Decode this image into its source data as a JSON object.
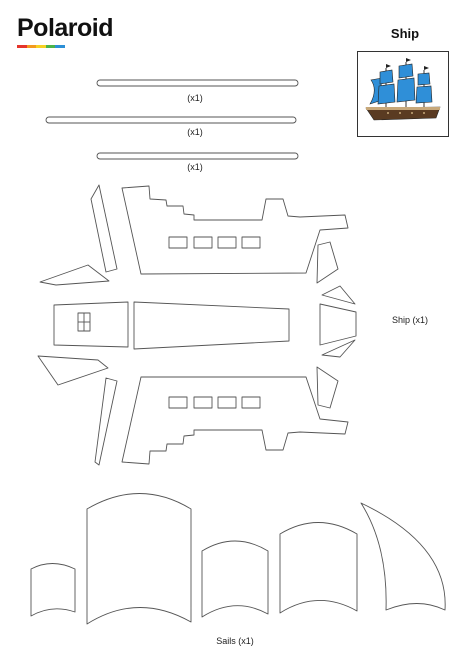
{
  "brand": {
    "name": "Polaroid",
    "stripe_colors": [
      "#e5352b",
      "#f39a1f",
      "#f6d124",
      "#4bb34a",
      "#2c8fd6"
    ]
  },
  "title": "Ship",
  "labels": {
    "stick_1": "(x1)",
    "stick_2": "(x1)",
    "stick_3": "(x1)",
    "ship": "Ship (x1)",
    "sails": "Sails (x1)"
  },
  "colors": {
    "sail_blue": "#2f8fd8",
    "hull_brown": "#5a3b22",
    "outline": "#555555"
  }
}
